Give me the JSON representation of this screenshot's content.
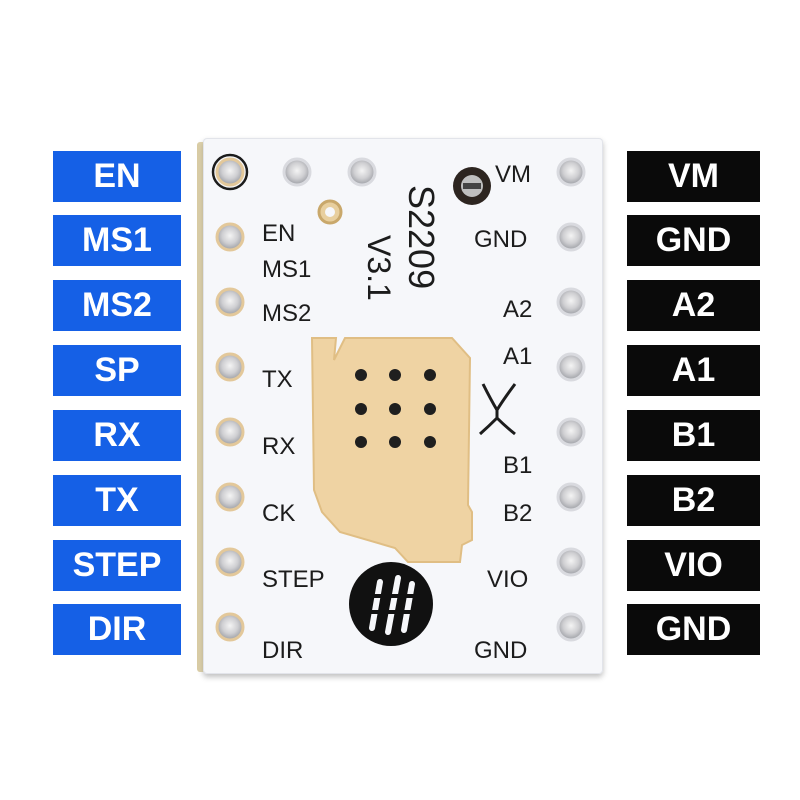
{
  "left_pins": [
    "EN",
    "MS1",
    "MS2",
    "SP",
    "RX",
    "TX",
    "STEP",
    "DIR"
  ],
  "right_pins": [
    "VM",
    "GND",
    "A2",
    "A1",
    "B1",
    "B2",
    "VIO",
    "GND"
  ],
  "board": {
    "title": "S2209",
    "version": "V3.1",
    "silk_left": [
      "EN",
      "MS1",
      "MS2",
      "TX",
      "RX",
      "CK",
      "STEP",
      "DIR"
    ],
    "silk_right": [
      "VM",
      "GND",
      "A2",
      "A1",
      "B1",
      "B2",
      "VIO",
      "GND"
    ]
  },
  "colors": {
    "left_label_bg": "#1560e6",
    "right_label_bg": "#0a0a0a",
    "pad_copper": "#e3c89a"
  }
}
